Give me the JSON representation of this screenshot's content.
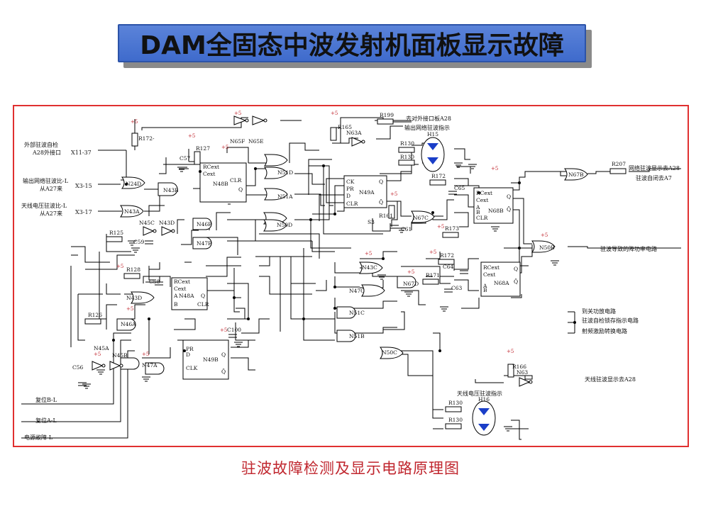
{
  "slide": {
    "title": "DAM全固态中波发射机面板显示故障",
    "caption": "驻波故障检测及显示电路原理图"
  },
  "schematic": {
    "io_labels": [
      {
        "text": "外部驻波自检"
      },
      {
        "text": "A28外接口"
      },
      {
        "text": "X11-37"
      },
      {
        "text": "输出网络驻波比-L"
      },
      {
        "text": "从A27来"
      },
      {
        "text": "X3-15"
      },
      {
        "text": "天线电压驻波比-L"
      },
      {
        "text": "从A27来"
      },
      {
        "text": "X3-17"
      },
      {
        "text": "复位B-L"
      },
      {
        "text": "复位A-L"
      },
      {
        "text": "电源故障-L"
      },
      {
        "text": "去对外接口板A28"
      },
      {
        "text": "输出网络驻波指示"
      },
      {
        "text": "网络驻波显示去A28"
      },
      {
        "text": "驻波自闭去A7"
      },
      {
        "text": "驻波导致的降功率电路"
      },
      {
        "text": "到关功放电路"
      },
      {
        "text": "驻波自检锁存指示电路"
      },
      {
        "text": "射频激励转换电路"
      },
      {
        "text": "天线驻波显示去A28"
      },
      {
        "text": "天线电压驻波指示"
      }
    ],
    "parts": {
      "gates": [
        "N24D",
        "N43B",
        "N43A",
        "N45C",
        "N43D",
        "N46B",
        "N47B",
        "N65F",
        "N65E",
        "N63A",
        "N51D",
        "N51A",
        "N50D",
        "N67C",
        "N67B",
        "N50B",
        "N43C",
        "N47C",
        "N67D",
        "N51C",
        "N51B",
        "N50C",
        "N43D",
        "N46A",
        "N45A",
        "N45B",
        "N47A",
        "N63"
      ],
      "flipflops": [
        "N48B",
        "N49A",
        "N48A",
        "N49B",
        "N68B",
        "N68A"
      ],
      "resistors": [
        "R172-",
        "R127",
        "R125",
        "R128",
        "R126",
        "R165",
        "R199",
        "R130",
        "R130",
        "R172",
        "R161",
        "R173",
        "R207",
        "R172",
        "R171",
        "R166",
        "R130",
        "R130"
      ],
      "capacitors": [
        "C57",
        "C58",
        "C59",
        "C56",
        "C100",
        "C65",
        "C61",
        "C64",
        "C63"
      ],
      "leds": [
        "H15",
        "H16"
      ],
      "misc": [
        "S3",
        "+5"
      ]
    },
    "pins": {
      "rcext": "RCext",
      "cext": "Cext",
      "clr": "CLR",
      "q": "Q",
      "qbar": "Q̄",
      "ck": "CK",
      "pr": "PR",
      "d": "D",
      "clk": "CLK",
      "a": "A",
      "b": "B"
    }
  }
}
